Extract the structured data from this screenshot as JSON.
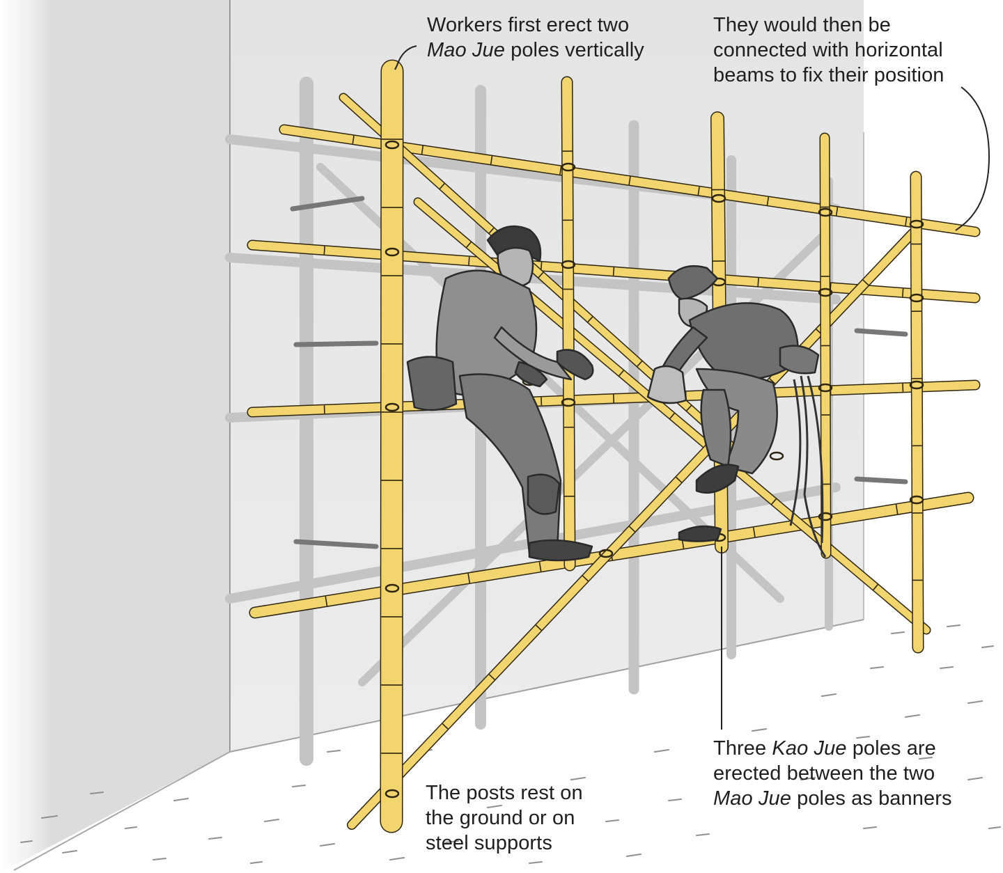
{
  "colors": {
    "bamboo": "#f2d56e",
    "bamboo_outline": "#2d2510",
    "wall": "#ebebeb",
    "shadow": "#c3c3c3",
    "worker": "#8a8a8a",
    "text": "#1e1e1e"
  },
  "annotations": {
    "mao_jue_vertical": {
      "line1": "Workers first erect two",
      "line2_italic": "Mao Jue",
      "line2_rest": " poles vertically"
    },
    "horizontal_beams": {
      "line1": "They would then be",
      "line2": "connected with horizontal",
      "line3": "beams to fix their position"
    },
    "posts_rest": {
      "line1": "The posts rest on",
      "line2": "the ground or on",
      "line3": "steel supports"
    },
    "kao_jue": {
      "line1_pre": "Three ",
      "line1_italic": "Kao Jue",
      "line1_post": " poles are",
      "line2": "erected between the two",
      "line3_italic": "Mao Jue",
      "line3_post": " poles as banners"
    }
  }
}
